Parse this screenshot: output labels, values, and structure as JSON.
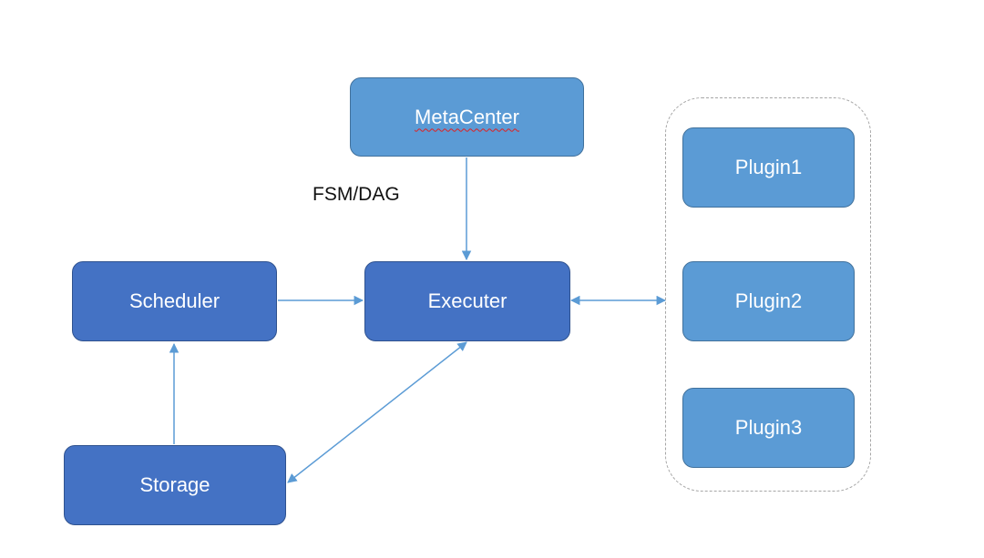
{
  "nodes": {
    "metacenter": "MetaCenter",
    "scheduler": "Scheduler",
    "executer": "Executer",
    "storage": "Storage",
    "plugin1": "Plugin1",
    "plugin2": "Plugin2",
    "plugin3": "Plugin3"
  },
  "edge_labels": {
    "metacenter_to_executer": "FSM/DAG"
  },
  "colors": {
    "primary_box": "#4472c4",
    "secondary_box": "#5b9bd5",
    "arrow": "#5b9bd5",
    "group_border": "#a6a6a6",
    "spellcheck_underline": "#e02020"
  }
}
